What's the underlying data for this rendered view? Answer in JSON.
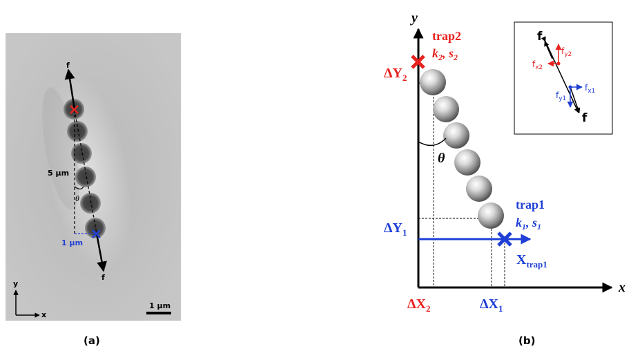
{
  "panel_a": {
    "caption": "(a)",
    "force_top": "f",
    "force_bottom": "f",
    "vertical_dist": "5 µm",
    "horizontal_dist": "1 µm",
    "angle": "θ",
    "axis_y": "y",
    "axis_x": "x",
    "scale_bar": "1 µm",
    "colors": {
      "trap_top": "#e8231f",
      "trap_bottom": "#1f3fd6"
    }
  },
  "panel_b": {
    "caption": "(b)",
    "axis_y": "y",
    "axis_x": "x",
    "trap2": "trap2",
    "trap2_params": {
      "k": "k",
      "k_sub": "2",
      "sep": ", ",
      "s": "s",
      "s_sub": "2"
    },
    "trap1": "trap1",
    "trap1_params": {
      "k": "k",
      "k_sub": "1",
      "sep": ", ",
      "s": "s",
      "s_sub": "1"
    },
    "dY2": {
      "main": "ΔY",
      "sub": "2"
    },
    "dY1": {
      "main": "ΔY",
      "sub": "1"
    },
    "dX2": {
      "main": "ΔX",
      "sub": "2"
    },
    "dX1": {
      "main": "ΔX",
      "sub": "1"
    },
    "xtrap": {
      "main": "X",
      "sub": "trap1"
    },
    "angle": "θ",
    "colors": {
      "red": "#e8231f",
      "blue": "#1f3fd6",
      "black": "#000000"
    },
    "inset": {
      "f_top": "f",
      "f_bottom": "f",
      "fy2": {
        "main": "f",
        "sub": "y2"
      },
      "fx2": {
        "main": "f",
        "sub": "x2"
      },
      "fx1": {
        "main": "f",
        "sub": "x1"
      },
      "fy1": {
        "main": "f",
        "sub": "y1"
      }
    }
  }
}
